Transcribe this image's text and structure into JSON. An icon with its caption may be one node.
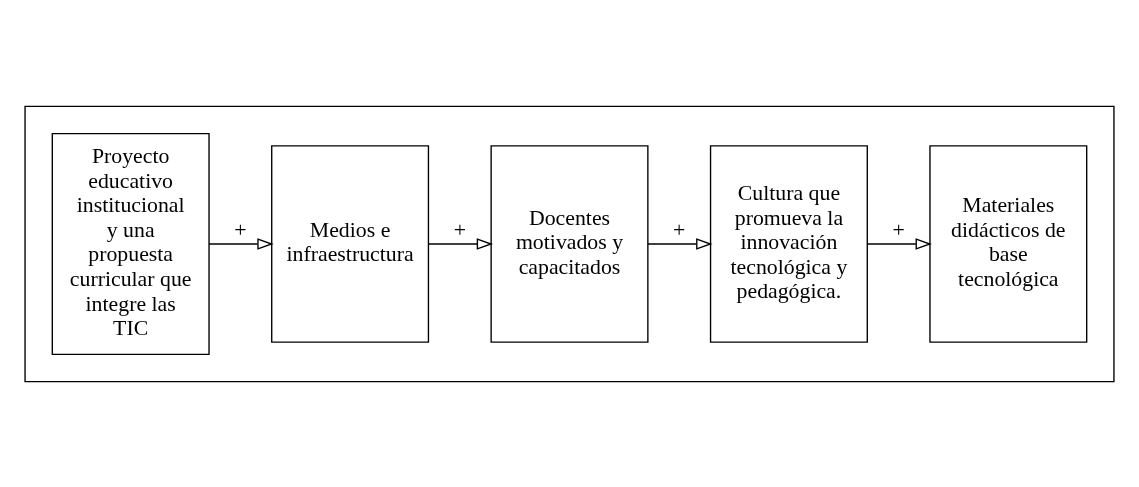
{
  "diagram": {
    "nodes": [
      {
        "text": [],
        "shape": "box"
      },
      {
        "text": [
          "Proyecto educativo institucional y una propuesta curricular que integre las TIC"
        ],
        "in": 0
      },
      {
        "text": [
          "Medios e infraestructura"
        ],
        "in": 0
      },
      {
        "text": [
          "Docentes motivados y capacitados"
        ],
        "in": 0
      },
      {
        "text": [
          "Cultura que promueva la innovación tecnológica y pedagógica."
        ],
        "in": 0
      },
      {
        "text": [
          "Materiales didácticos de base tecnológica"
        ],
        "in": 0
      }
    ],
    "edges": [
      {
        "from": 1,
        "to": 2,
        "arrow": "to",
        "label": "+"
      },
      {
        "from": 2,
        "to": 3,
        "arrow": "to",
        "label": "+"
      },
      {
        "from": 3,
        "to": 4,
        "arrow": "to",
        "label": "+"
      },
      {
        "from": 4,
        "to": 5,
        "arrow": "to",
        "label": "+"
      }
    ]
  }
}
